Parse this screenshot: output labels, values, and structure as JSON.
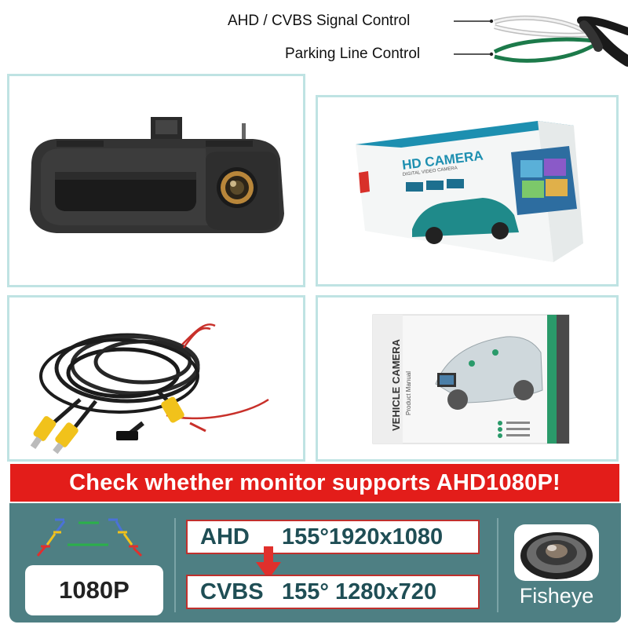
{
  "wires": {
    "ahd_cvbs_label": "AHD / CVBS Signal Control",
    "parking_label": "Parking Line Control"
  },
  "box_art": {
    "brand": "HD CAMERA",
    "subtitle": "DIGITAL VIDEO CAMERA"
  },
  "manual": {
    "title": "VEHICLE CAMERA",
    "subtitle": "Product Manual"
  },
  "banner": {
    "text": "Check whether monitor supports AHD1080P!"
  },
  "spec": {
    "resolution_badge": "1080P",
    "modes": [
      {
        "name": "AHD",
        "spec": "155°1920x1080"
      },
      {
        "name": "CVBS",
        "spec": "155° 1280x720"
      }
    ],
    "fisheye_label": "Fisheye"
  },
  "colors": {
    "banner_red": "#e31d1a",
    "spec_bar_teal": "#4e7f83",
    "panel_border": "#bfe3e3",
    "arrow_red": "#e0302c"
  },
  "icons": [
    "parking-guideline-icon",
    "down-arrow-icon",
    "fisheye-lens-icon"
  ]
}
